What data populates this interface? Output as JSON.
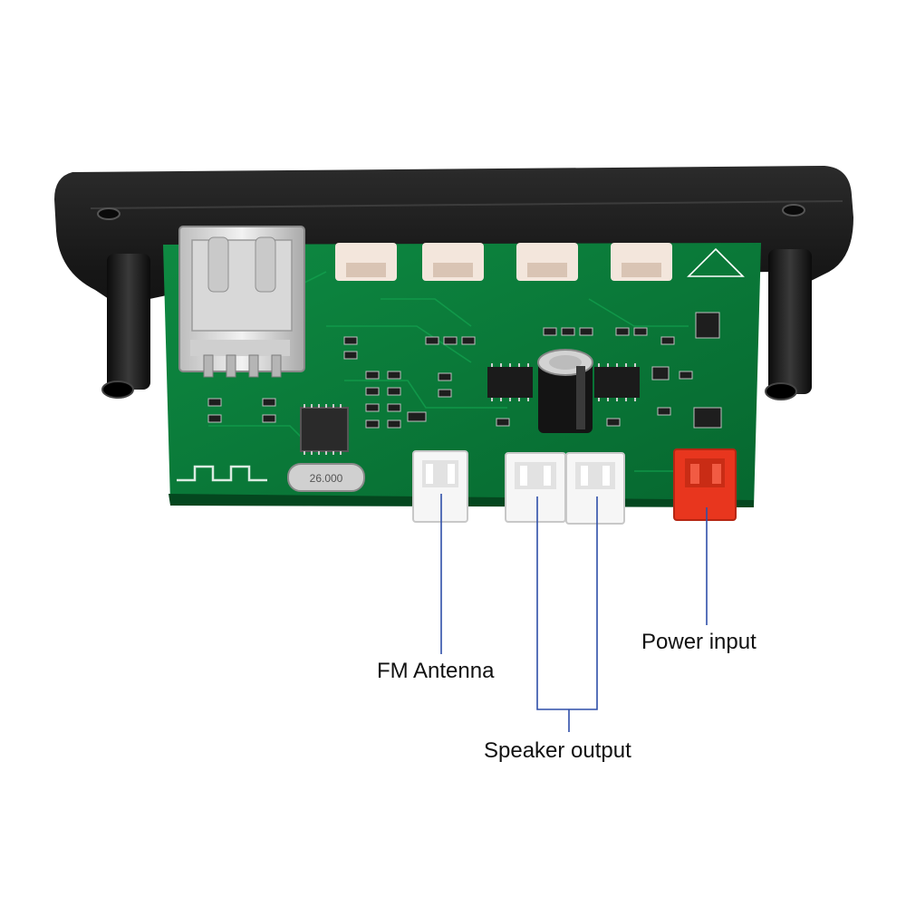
{
  "labels": {
    "fm_antenna": "FM Antenna",
    "power_input": "Power input",
    "speaker_output": "Speaker output"
  },
  "board_marks": {
    "crystal_text": "26.000"
  },
  "colors": {
    "pcb": "#0a7a3a",
    "bezel": "#1a1a1a",
    "leader_line": "#2f4fa8",
    "power_connector": "#e8361e"
  }
}
